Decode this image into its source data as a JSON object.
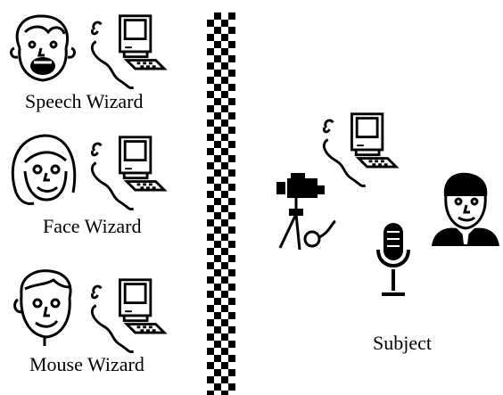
{
  "wizards": [
    {
      "label": "Speech Wizard",
      "person_icon": "laughing-person-icon",
      "computer_icon": "macintosh-computer-icon"
    },
    {
      "label": "Face Wizard",
      "person_icon": "woman-face-icon",
      "computer_icon": "macintosh-computer-icon"
    },
    {
      "label": "Mouse Wizard",
      "person_icon": "man-face-icon",
      "computer_icon": "macintosh-computer-icon"
    }
  ],
  "divider": {
    "pattern": "checkerboard",
    "color": "#000000"
  },
  "subject": {
    "label": "Subject",
    "icons": [
      "macintosh-computer-icon",
      "video-camera-icon",
      "microphone-icon",
      "man-in-suit-icon"
    ]
  }
}
